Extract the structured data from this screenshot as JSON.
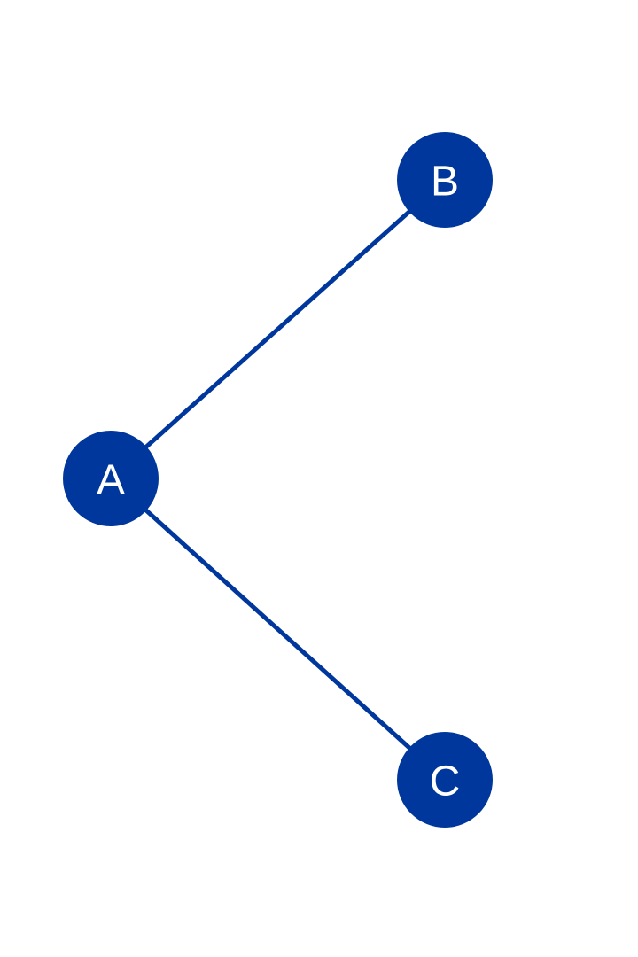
{
  "diagram": {
    "type": "tree",
    "colors": {
      "node_fill": "#00379d",
      "edge_stroke": "#00379d",
      "label_text": "#ffffff",
      "background": "#ffffff"
    },
    "nodes": [
      {
        "id": "A",
        "label": "A"
      },
      {
        "id": "B",
        "label": "B"
      },
      {
        "id": "C",
        "label": "C"
      }
    ],
    "edges": [
      {
        "from": "A",
        "to": "B"
      },
      {
        "from": "A",
        "to": "C"
      }
    ]
  }
}
